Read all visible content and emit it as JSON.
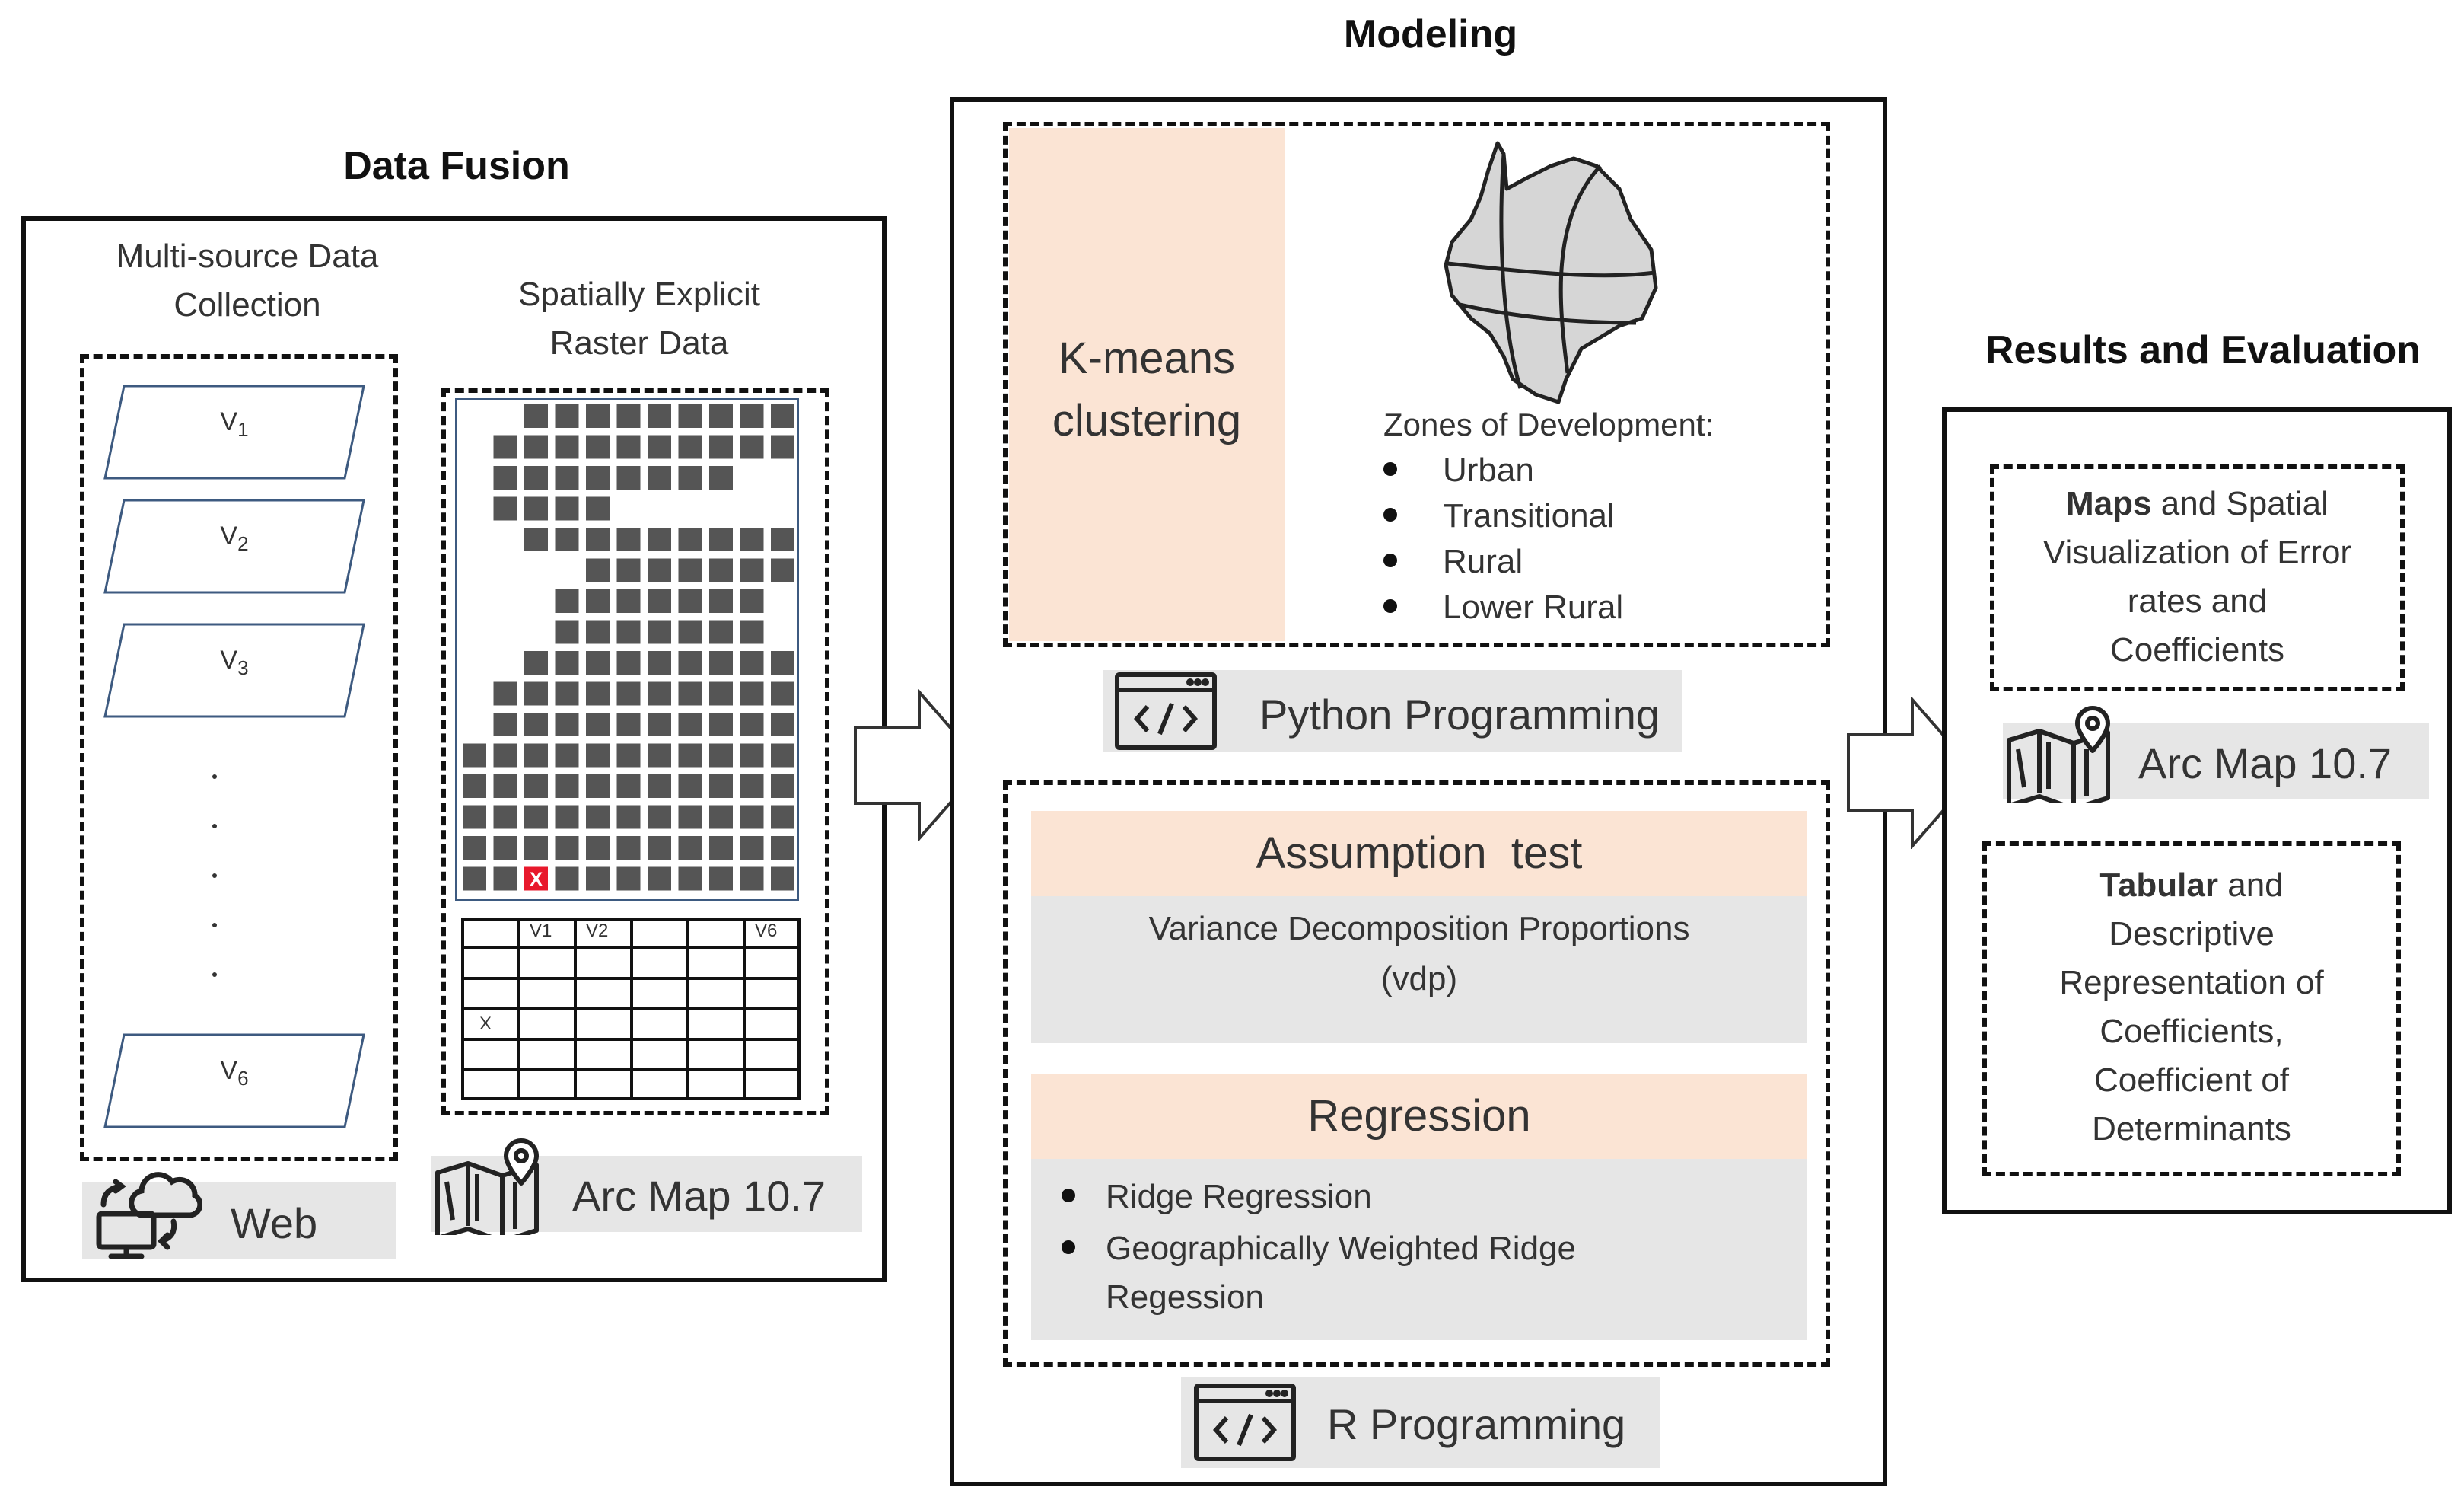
{
  "data_fusion": {
    "title": "Data Fusion",
    "multi_source": {
      "line1": "Multi-source Data",
      "line2": "Collection"
    },
    "raster": {
      "line1": "Spatially Explicit",
      "line2": "Raster Data"
    },
    "variables": [
      {
        "base": "V",
        "sub": "1"
      },
      {
        "base": "V",
        "sub": "2"
      },
      {
        "base": "V",
        "sub": "3"
      },
      {
        "base": "V",
        "sub": "6"
      }
    ],
    "web_label": "Web",
    "arcmap_label": "Arc Map 10.7",
    "raster_marker": "X",
    "table": {
      "headers": [
        "V1",
        "V2",
        "V6"
      ],
      "row_marker": "X"
    }
  },
  "modeling": {
    "title": "Modeling",
    "kmeans": {
      "line1": "K-means",
      "line2": "clustering"
    },
    "zones": {
      "heading": "Zones of Development:",
      "items": [
        "Urban",
        "Transitional",
        "Rural",
        "Lower Rural"
      ]
    },
    "python_label": "Python Programming",
    "assumption": {
      "title": "Assumption  test",
      "line1": "Variance Decomposition Proportions",
      "line2": "(vdp)"
    },
    "regression": {
      "title": "Regression",
      "items": [
        "Ridge Regression",
        "Geographically Weighted Ridge",
        "Regession"
      ]
    },
    "r_label": "R Programming"
  },
  "results": {
    "title": "Results and Evaluation",
    "maps_box": {
      "bold": "Maps",
      "rest1": " and Spatial",
      "line2": "Visualization of Error",
      "line3": "rates and",
      "line4": "Coefficients"
    },
    "arcmap_label": "Arc Map 10.7",
    "tabular_box": {
      "bold": "Tabular",
      "rest1": " and",
      "line2": "Descriptive",
      "line3": "Representation of",
      "line4": "Coefficients,",
      "line5": "Coefficient of",
      "line6": "Determinants"
    }
  },
  "colors": {
    "peach": "#fbe4d4",
    "grey": "#e6e6e6",
    "raster_cell": "#555555",
    "marker": "#e8192c"
  },
  "icons": [
    "cloud-computer-icon",
    "map-pin-icon",
    "code-window-icon",
    "region-map-icon",
    "arrow-right-icon"
  ]
}
